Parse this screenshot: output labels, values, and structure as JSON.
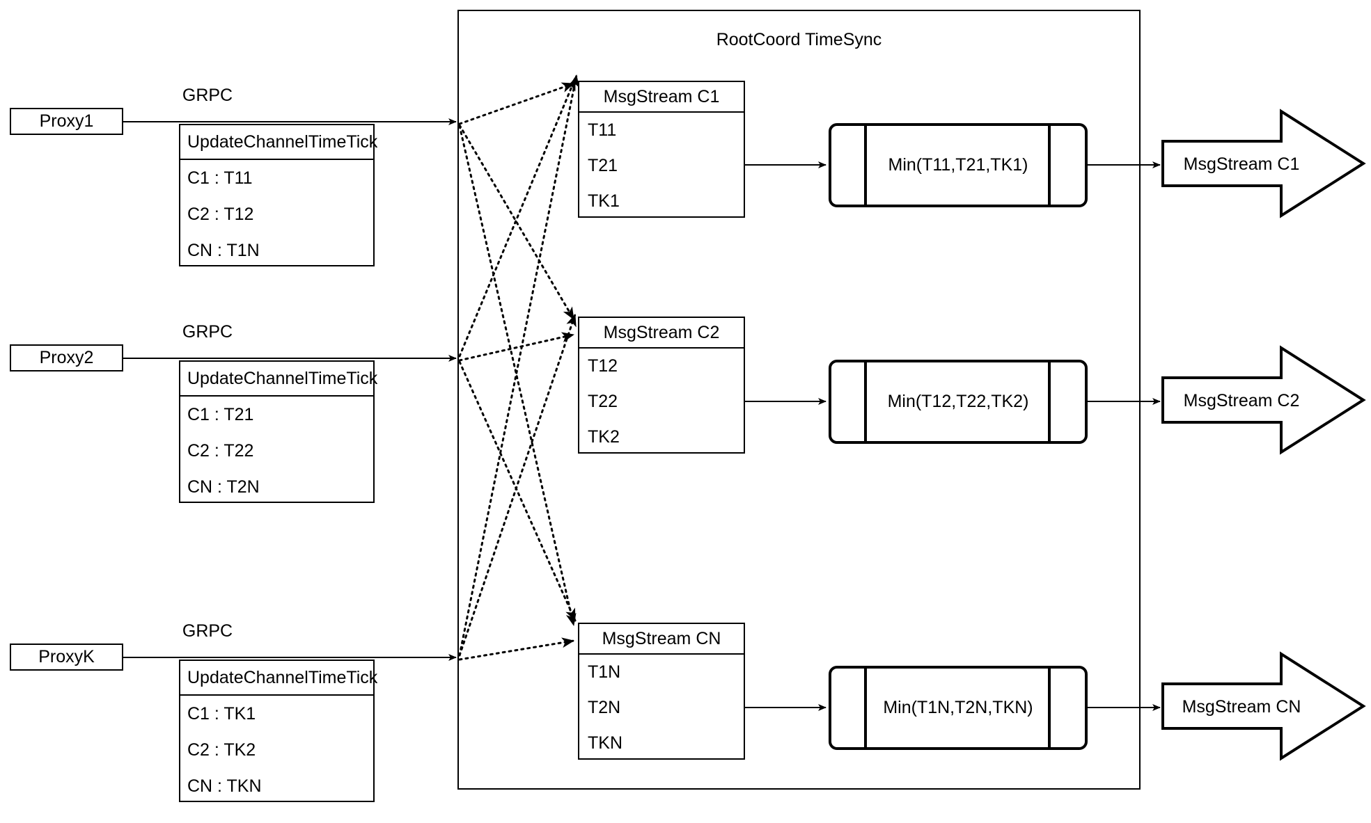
{
  "diagram": {
    "title": "RootCoord TimeSync"
  },
  "proxies": [
    {
      "name": "Proxy1",
      "grpc_label": "GRPC",
      "table": {
        "header": "UpdateChannelTimeTick",
        "rows": [
          "C1 :  T11",
          "C2 :  T12",
          "CN : T1N"
        ]
      }
    },
    {
      "name": "Proxy2",
      "grpc_label": "GRPC",
      "table": {
        "header": "UpdateChannelTimeTick",
        "rows": [
          "C1 :  T21",
          "C2 :  T22",
          "CN : T2N"
        ]
      }
    },
    {
      "name": "ProxyK",
      "grpc_label": "GRPC",
      "table": {
        "header": "UpdateChannelTimeTick",
        "rows": [
          "C1 :  TK1",
          "C2 :  TK2",
          "CN : TKN"
        ]
      }
    }
  ],
  "channels": [
    {
      "msgstream": {
        "header": "MsgStream C1",
        "items": [
          "T11",
          "T21",
          "TK1"
        ]
      },
      "process": "Min(T11,T21,TK1)",
      "output": "MsgStream C1"
    },
    {
      "msgstream": {
        "header": "MsgStream C2",
        "items": [
          "T12",
          "T22",
          "TK2"
        ]
      },
      "process": "Min(T12,T22,TK2)",
      "output": "MsgStream C2"
    },
    {
      "msgstream": {
        "header": "MsgStream CN",
        "items": [
          "T1N",
          "T2N",
          "TKN"
        ]
      },
      "process": "Min(T1N,T2N,TKN)",
      "output": "MsgStream CN"
    }
  ],
  "colors": {
    "stroke": "#000000",
    "background": "#ffffff"
  }
}
